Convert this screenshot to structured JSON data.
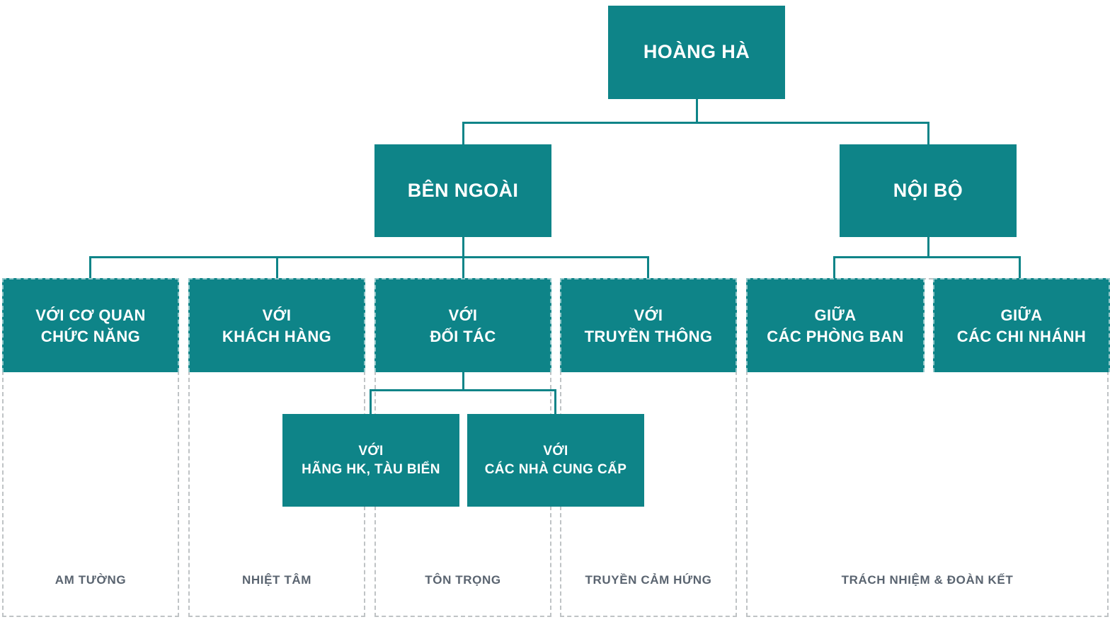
{
  "diagram": {
    "title": "HOÀNG HÀ core values organization chart",
    "root": {
      "label": "HOÀNG HÀ"
    },
    "branches": {
      "external": {
        "label": "BÊN NGOÀI"
      },
      "internal": {
        "label": "NỘI BỘ"
      }
    },
    "external_columns": [
      {
        "header": "VỚI CƠ QUAN\nCHỨC NĂNG",
        "footer": "AM TƯỜNG"
      },
      {
        "header": "VỚI\nKHÁCH HÀNG",
        "footer": "NHIỆT TÂM"
      },
      {
        "header": "VỚI\nĐỐI TÁC",
        "footer": "TÔN TRỌNG"
      },
      {
        "header": "VỚI\nTRUYỀN THÔNG",
        "footer": "TRUYỀN CẢM HỨNG"
      }
    ],
    "partner_children": [
      {
        "label": "VỚI\nHÃNG HK, TÀU BIỂN"
      },
      {
        "label": "VỚI\nCÁC NHÀ CUNG CẤP"
      }
    ],
    "internal_group": {
      "headers": [
        {
          "label": "GIỮA\nCÁC PHÒNG BAN"
        },
        {
          "label": "GIỮA\nCÁC CHI NHÁNH"
        }
      ],
      "footer": "TRÁCH NHIỆM & ĐOÀN KẾT"
    },
    "colors": {
      "teal": "#0E8488",
      "dashed_border": "#BFC3C5",
      "footer_text": "#5A6470",
      "box_text": "#FFFFFF"
    }
  }
}
